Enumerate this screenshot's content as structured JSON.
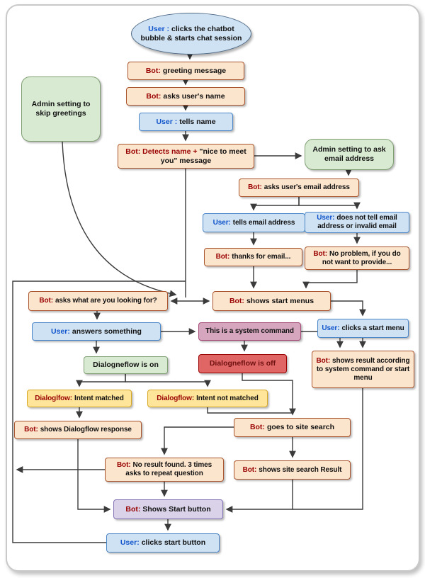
{
  "palette": {
    "bot_prefix": "#990000",
    "user_prefix": "#1155cc",
    "peach_fill": "#fce5cd",
    "peach_border": "#a9542c",
    "blue_fill": "#cfe2f3",
    "blue_border": "#4a86c8",
    "green_fill": "#d9ead3",
    "yellow_fill": "#ffe599",
    "mauve_fill": "#d5a6bd",
    "red_fill": "#e06666",
    "lavender_fill": "#d9d2e9",
    "line_color": "#3b3b3b"
  },
  "nodes": {
    "start": {
      "prefix": "User :",
      "text": "clicks the chatbot bubble & starts chat session"
    },
    "greeting": {
      "prefix": "Bot:",
      "text": "greeting message"
    },
    "asks_name": {
      "prefix": "Bot:",
      "text": "asks user's name"
    },
    "tells_name": {
      "prefix": "User :",
      "text": "tells name"
    },
    "skip_greetings": {
      "text": "Admin setting to skip greetings"
    },
    "detects_name": {
      "prefix": "Bot: Detects name +",
      "text": "\"nice to meet you\" message"
    },
    "admin_email": {
      "text": "Admin setting to ask email address"
    },
    "asks_email": {
      "prefix": "Bot:",
      "text": "asks user's email address"
    },
    "tells_email": {
      "prefix": "User:",
      "text": "tells email address"
    },
    "no_email": {
      "prefix": "User:",
      "text": "does not tell email address or invalid email"
    },
    "thanks_email": {
      "prefix": "Bot:",
      "text": "thanks for email..."
    },
    "no_problem": {
      "prefix": "Bot:",
      "text": "No problem, if you do not want to provide..."
    },
    "asks_what": {
      "prefix": "Bot:",
      "text": "asks what are you looking for?"
    },
    "start_menus": {
      "prefix": "Bot:",
      "text": "shows start menus"
    },
    "answers": {
      "prefix": "User:",
      "text": "answers something"
    },
    "system_command": {
      "text": "This is a system command"
    },
    "clicks_menu": {
      "prefix": "User:",
      "text": "clicks a start menu"
    },
    "dialogflow_on": {
      "text": "Dialogneflow is on"
    },
    "dialogflow_off": {
      "text": "Dialogneflow is off"
    },
    "shows_result": {
      "prefix": "Bot:",
      "text": "shows result according to system command or start menu"
    },
    "intent_matched": {
      "prefix": "Dialoglfow:",
      "text": "Intent matched"
    },
    "intent_not_matched": {
      "prefix": "Dialogflow:",
      "text": "Intent not matched"
    },
    "dialogflow_response": {
      "prefix": "Bot:",
      "text": "shows Dialogflow response"
    },
    "site_search": {
      "prefix": "Bot:",
      "text": "goes to site search"
    },
    "no_result": {
      "prefix": "Bot:",
      "text": "No result found. 3 times asks to repeat question"
    },
    "search_result": {
      "prefix": "Bot:",
      "text": "shows site search Result"
    },
    "start_button": {
      "prefix": "Bot:",
      "text": "Shows Start button"
    },
    "clicks_start": {
      "prefix": "User:",
      "text": "clicks start button"
    }
  }
}
